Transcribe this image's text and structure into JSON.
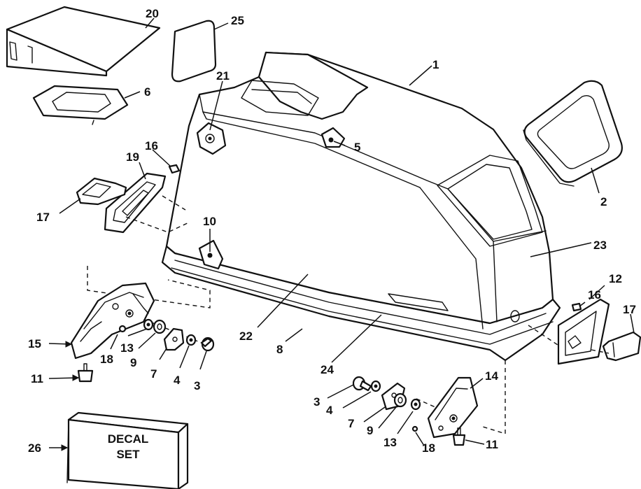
{
  "diagram": {
    "callouts": {
      "c1": "1",
      "c2": "2",
      "c3a": "3",
      "c3b": "3",
      "c4a": "4",
      "c4b": "4",
      "c5": "5",
      "c6": "6",
      "c7a": "7",
      "c7b": "7",
      "c8": "8",
      "c9a": "9",
      "c9b": "9",
      "c10": "10",
      "c11a": "11",
      "c11b": "11",
      "c12": "12",
      "c13a": "13",
      "c13b": "13",
      "c14": "14",
      "c15": "15",
      "c16a": "16",
      "c16b": "16",
      "c17a": "17",
      "c17b": "17",
      "c18a": "18",
      "c18b": "18",
      "c19": "19",
      "c20": "20",
      "c21": "21",
      "c22": "22",
      "c23": "23",
      "c24": "24",
      "c25": "25",
      "c26": "26"
    },
    "decal_box": {
      "line1": "DECAL",
      "line2": "SET"
    }
  }
}
